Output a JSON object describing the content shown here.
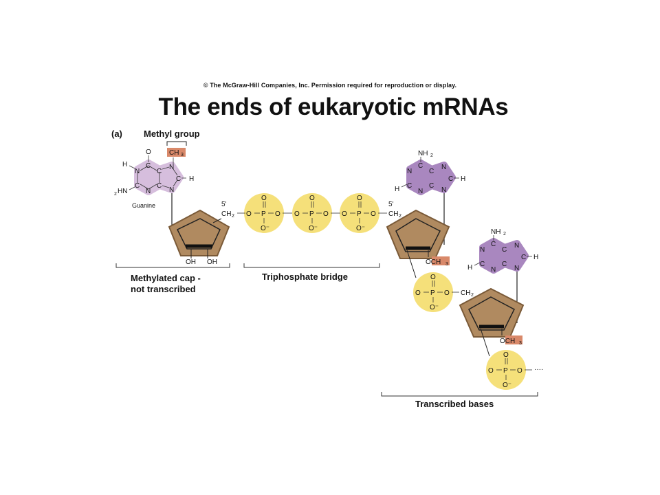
{
  "header": {
    "copyright": "© The McGraw-Hill Companies, Inc. Permission required for reproduction or display.",
    "title": "The ends of eukaryotic mRNAs"
  },
  "diagram": {
    "panel_label": "(a)",
    "methyl_group_label": "Methyl group",
    "methyl_group": "CH",
    "methyl_sub": "3",
    "guanine_label": "Guanine",
    "five_prime": "5'",
    "ch2": "CH",
    "ch2_sub": "2",
    "oh": "OH",
    "och3": "OCH",
    "och3_sub": "3",
    "nh2": "NH",
    "nh2_sub": "2",
    "h2n": "HN",
    "h2n_sub": "2",
    "atom_O": "O",
    "atom_P": "P",
    "atom_N": "N",
    "atom_C": "C",
    "atom_H": "H",
    "o_minus": "O⁻",
    "ellipsis": "····",
    "methylated_cap_line1": "Methylated cap -",
    "methylated_cap_line2": "not transcribed",
    "triphosphate_label": "Triphosphate bridge",
    "transcribed_label": "Transcribed bases",
    "colors": {
      "sugar_fill": "#b08a60",
      "sugar_border": "#7a5a38",
      "phosphate": "#f5e07a",
      "guanine_ring": "#d6bedd",
      "base_ring": "#a987bf",
      "methyl_box": "#d9896a"
    }
  }
}
